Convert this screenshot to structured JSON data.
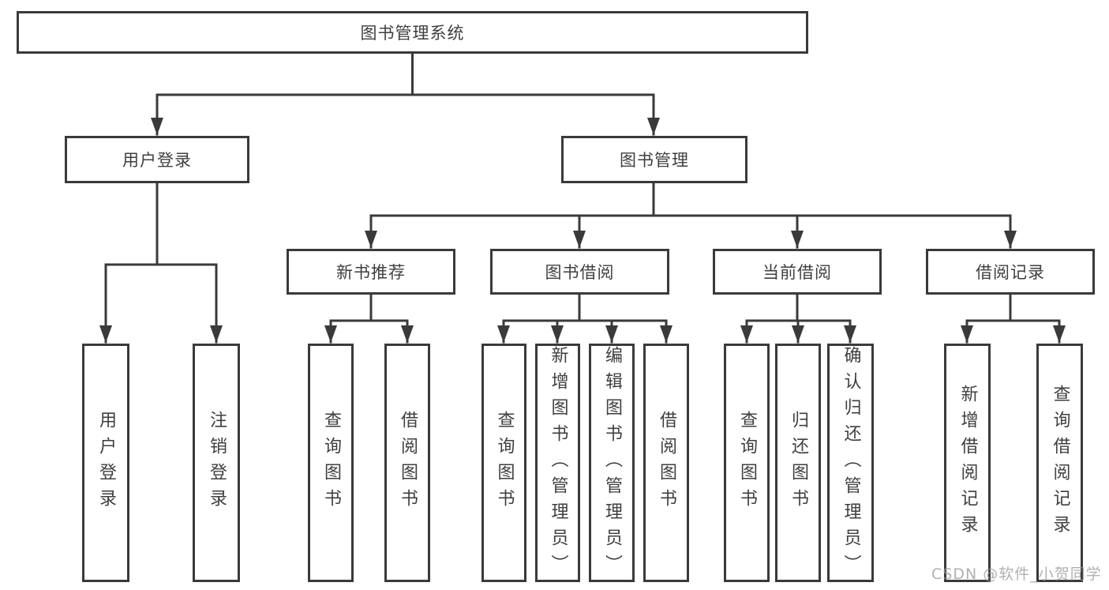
{
  "diagram_title": "图书管理系统",
  "nodes": {
    "root": "图书管理系统",
    "user_login": "用户登录",
    "book_mgmt": "图书管理",
    "new_book_rec": "新书推荐",
    "book_borrow": "图书借阅",
    "current_borrow": "当前借阅",
    "borrow_records": "借阅记录",
    "leaf_user_login": "用户登录",
    "leaf_logout": "注销登录",
    "leaf_rec_query_book": "查询图书",
    "leaf_rec_borrow_book": "借阅图书",
    "leaf_bb_query_book": "查询图书",
    "leaf_bb_add_book": "新增图书（管理员）",
    "leaf_bb_edit_book": "编辑图书（管理员）",
    "leaf_bb_borrow_book": "借阅图书",
    "leaf_cb_query_book": "查询图书",
    "leaf_cb_return_book": "归还图书",
    "leaf_cb_confirm_return": "确认归还（管理员）",
    "leaf_br_add_record": "新增借阅记录",
    "leaf_br_query_record": "查询借阅记录"
  },
  "hierarchy": {
    "图书管理系统": {
      "用户登录": [
        "用户登录",
        "注销登录"
      ],
      "图书管理": {
        "新书推荐": [
          "查询图书",
          "借阅图书"
        ],
        "图书借阅": [
          "查询图书",
          "新增图书（管理员）",
          "编辑图书（管理员）",
          "借阅图书"
        ],
        "当前借阅": [
          "查询图书",
          "归还图书",
          "确认归还（管理员）"
        ],
        "借阅记录": [
          "新增借阅记录",
          "查询借阅记录"
        ]
      }
    }
  },
  "watermark": "CSDN @软件_小贺同学",
  "colors": {
    "line": "#3a3a3a",
    "box_border": "#3a3a3a",
    "text": "#3f3f3f",
    "watermark": "#969696",
    "background": "#ffffff"
  }
}
